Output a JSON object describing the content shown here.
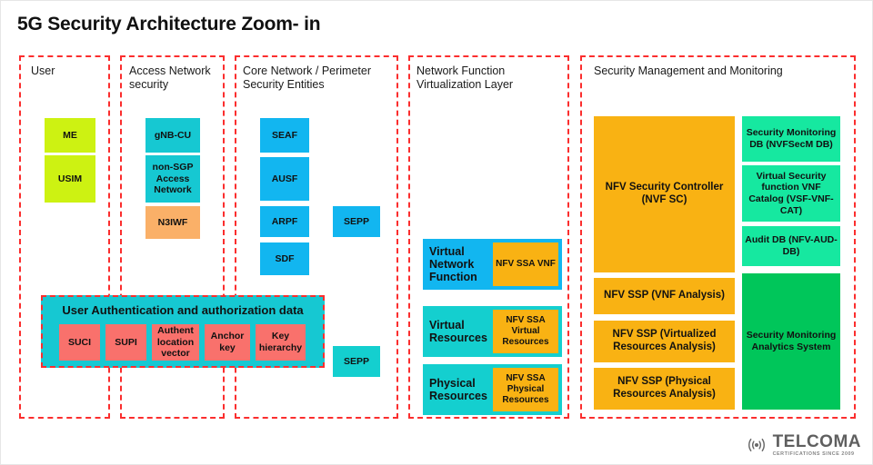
{
  "slide": {
    "title": "5G Security Architecture Zoom- in"
  },
  "columns": [
    {
      "id": "user",
      "title": "User"
    },
    {
      "id": "access",
      "title": "Access Network security"
    },
    {
      "id": "core",
      "title": "Core Network / Perimeter Security Entities"
    },
    {
      "id": "nfv",
      "title": "Network Function Virtualization Layer"
    },
    {
      "id": "secmgmt",
      "title": "Security Management and Monitoring"
    }
  ],
  "user_column": {
    "boxes": [
      {
        "label": "ME"
      },
      {
        "label": "USIM"
      }
    ]
  },
  "access_column": {
    "boxes": [
      {
        "label": "gNB-CU"
      },
      {
        "label": "non-SGP Access Network"
      },
      {
        "label": "N3IWF"
      }
    ]
  },
  "core_column": {
    "boxes": [
      {
        "label": "SEAF"
      },
      {
        "label": "AUSF"
      },
      {
        "label": "ARPF"
      },
      {
        "label": "SDF"
      },
      {
        "label": "SEPP"
      },
      {
        "label": "SEPP"
      }
    ]
  },
  "auth_panel": {
    "title": "User Authentication and authorization data",
    "items": [
      {
        "label": "SUCI"
      },
      {
        "label": "SUPI"
      },
      {
        "label": "Authent location vector"
      },
      {
        "label": "Anchor key"
      },
      {
        "label": "Key hierarchy"
      }
    ]
  },
  "nfv_column": {
    "rows": [
      {
        "label": "Virtual Network Function",
        "sub": "NFV SSA VNF"
      },
      {
        "label": "Virtual Resources",
        "sub": "NFV SSA Virtual Resources"
      },
      {
        "label": "Physical Resources",
        "sub": "NFV SSA Physical Resources"
      }
    ]
  },
  "secmgmt_column": {
    "left_boxes": [
      {
        "label": "NFV Security Controller (NVF SC)"
      },
      {
        "label": "NFV SSP (VNF Analysis)"
      },
      {
        "label": "NFV SSP (Virtualized Resources Analysis)"
      },
      {
        "label": "NFV SSP (Physical Resources Analysis)"
      }
    ],
    "right_boxes": [
      {
        "label": "Security Monitoring DB (NVFSecM DB)"
      },
      {
        "label": "Virtual Security function  VNF Catalog (VSF-VNF-CAT)"
      },
      {
        "label": "Audit DB (NFV-AUD-DB)"
      },
      {
        "label": "Security Monitoring Analytics System"
      }
    ]
  },
  "logo": {
    "name": "TELCOMA",
    "tagline": "CERTIFICATIONS SINCE 2009"
  },
  "colors": {
    "dashed_border": "#fb2e2e",
    "lime": "#cdf212",
    "cyan": "#16c8d2",
    "blue": "#12b6f0",
    "orange": "#fab068",
    "amber": "#f9b213",
    "mint": "#16e8a0",
    "green": "#00c65a",
    "salmon": "#f9716c"
  }
}
